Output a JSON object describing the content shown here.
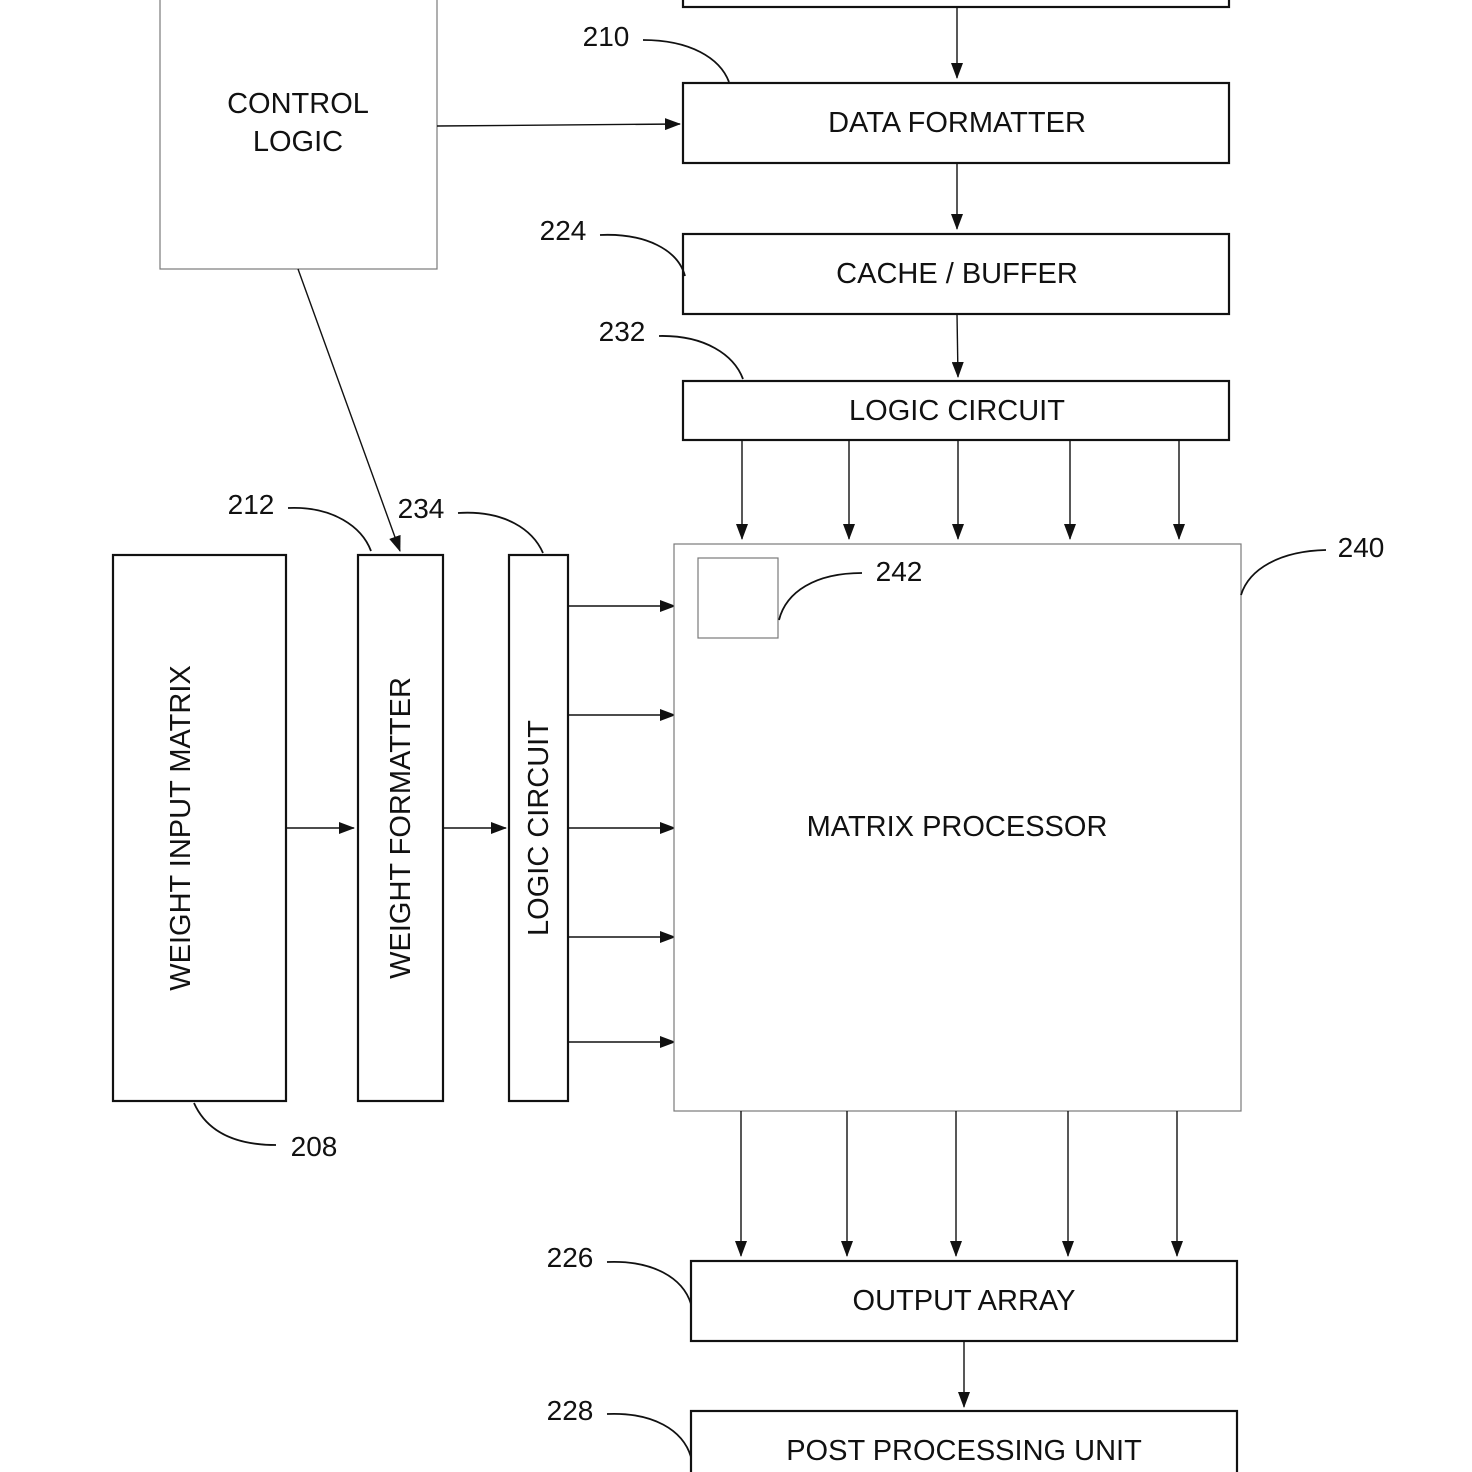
{
  "blocks": {
    "control_logic": [
      "CONTROL",
      "LOGIC"
    ],
    "data_formatter": "DATA FORMATTER",
    "cache_buffer": "CACHE / BUFFER",
    "logic_circuit_top": "LOGIC CIRCUIT",
    "weight_input_matrix": "WEIGHT INPUT MATRIX",
    "weight_formatter": "WEIGHT FORMATTER",
    "logic_circuit_side": "LOGIC CIRCUIT",
    "matrix_processor": "MATRIX PROCESSOR",
    "output_array": "OUTPUT ARRAY",
    "post_processing_unit": "POST PROCESSING UNIT"
  },
  "refs": {
    "data_formatter": "210",
    "cache_buffer": "224",
    "logic_circuit_top": "232",
    "weight_formatter": "212",
    "logic_circuit_side": "234",
    "matrix_processor": "240",
    "processing_element": "242",
    "weight_input_matrix": "208",
    "output_array": "226",
    "post_processing_unit": "228"
  }
}
